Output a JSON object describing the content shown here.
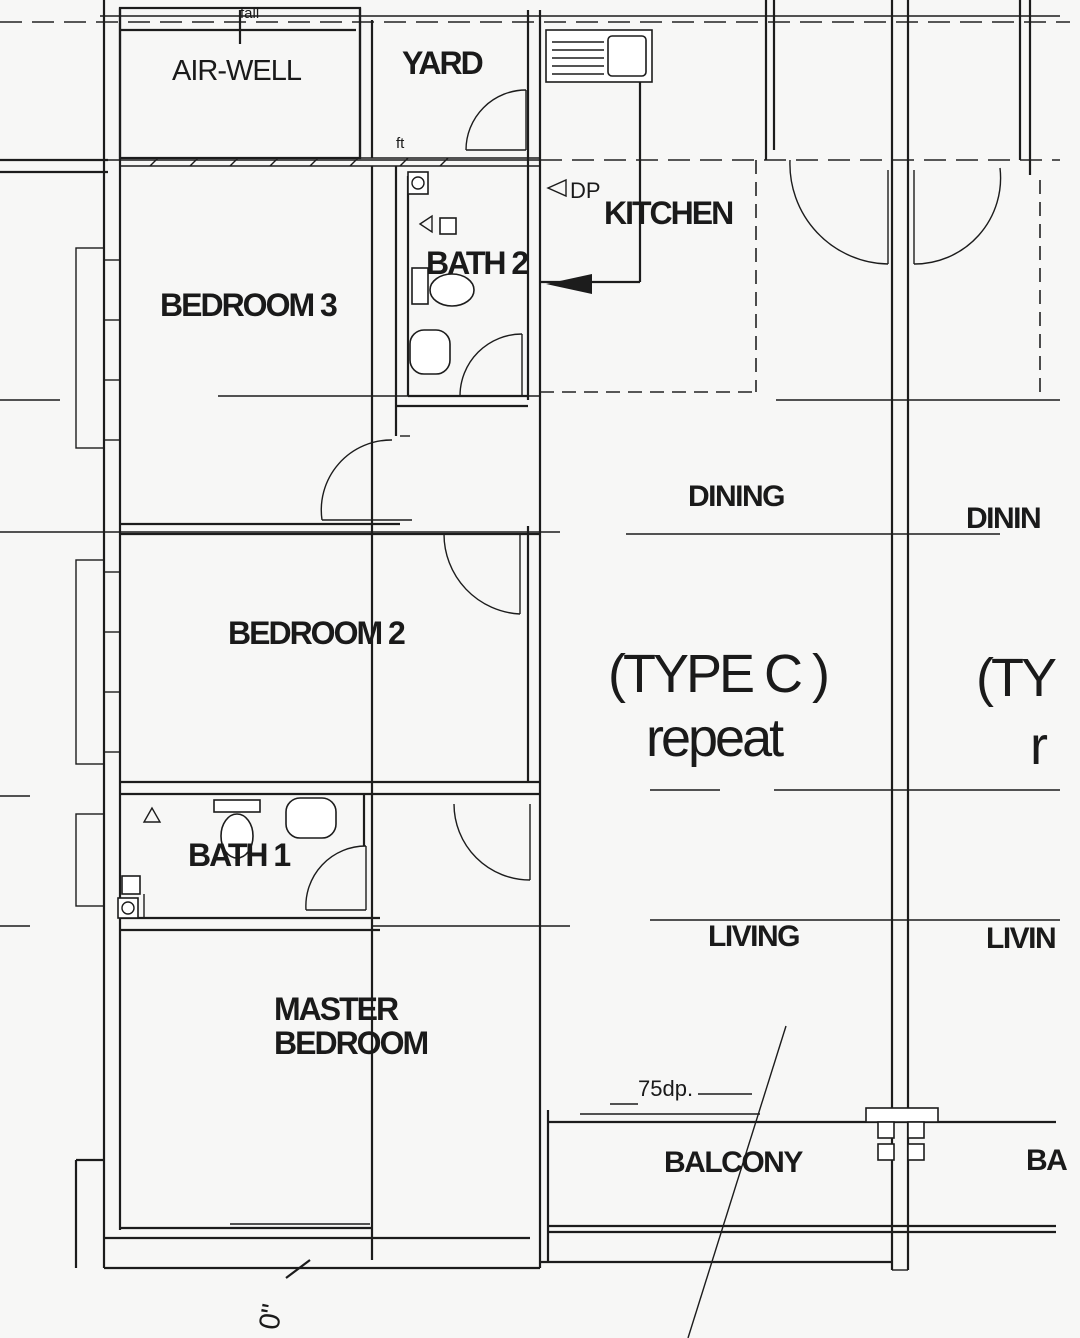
{
  "labels": {
    "air_well": "AIR-WELL",
    "yard": "YARD",
    "fall": "fall",
    "ft": "ft",
    "dp": "DP",
    "kitchen": "KITCHEN",
    "bath2": "BATH 2",
    "bedroom3": "BEDROOM 3",
    "dining": "DINING",
    "dining_neighbor": "DININ",
    "bedroom2": "BEDROOM 2",
    "type_c": "(TYPE C )",
    "repeat": "repeat",
    "type_neighbor": "(TY",
    "repeat_neighbor": "r",
    "bath1": "BATH 1",
    "living": "LIVING",
    "living_neighbor": "LIVIN",
    "master_line1": "MASTER",
    "master_line2": "BEDROOM",
    "dp75": "75dp.",
    "balcony": "BALCONY",
    "balcony_neighbor": "BA",
    "dim_fragment": "0\""
  }
}
